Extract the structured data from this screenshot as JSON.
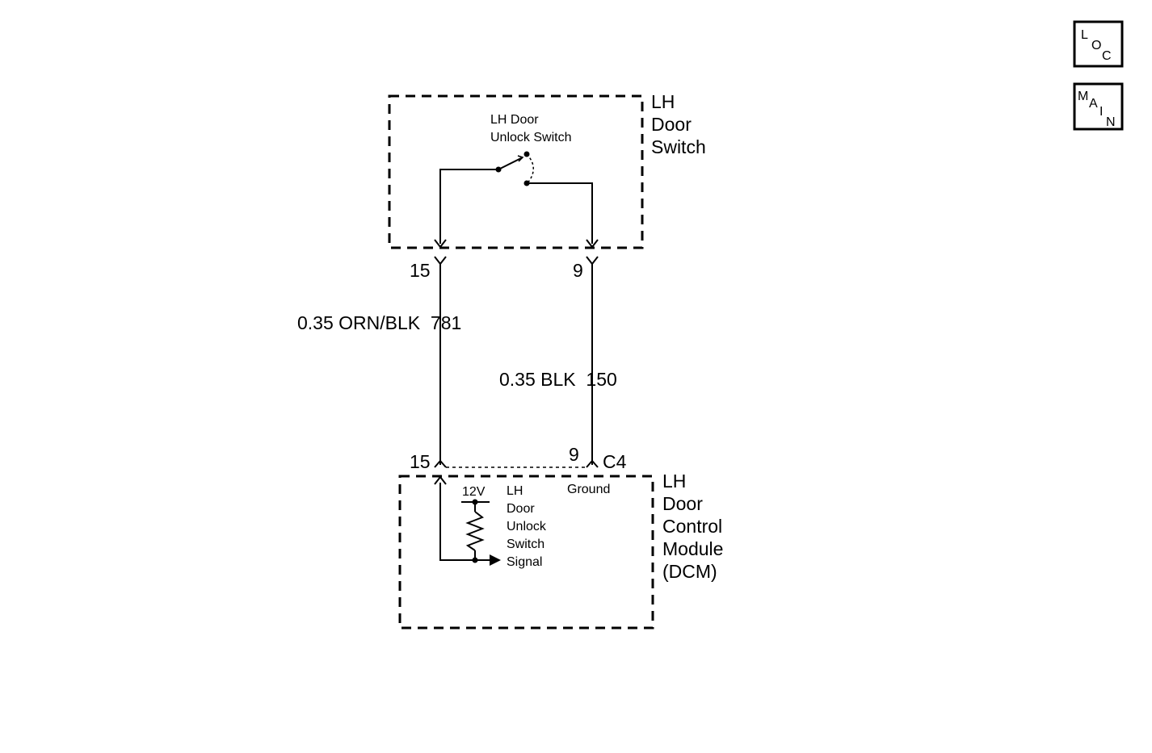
{
  "nav": {
    "loc": [
      "L",
      "O",
      "C"
    ],
    "main": [
      "M",
      "A",
      "I",
      "N"
    ]
  },
  "switch_component": {
    "name_lines": [
      "LH",
      "Door",
      "Switch"
    ],
    "internal_label_lines": [
      "LH Door",
      "Unlock Switch"
    ]
  },
  "pins": {
    "switch_left": "15",
    "switch_right": "9",
    "dcm_left": "15",
    "dcm_right": "9",
    "dcm_connector": "C4"
  },
  "wires": {
    "left": "0.35 ORN/BLK  781",
    "right": "0.35 BLK  150"
  },
  "dcm": {
    "name_lines": [
      "LH",
      "Door",
      "Control",
      "Module",
      "(DCM)"
    ],
    "voltage": "12V",
    "signal_lines": [
      "LH",
      "Door",
      "Unlock",
      "Switch",
      "Signal"
    ],
    "ground_label": "Ground"
  },
  "colors": {
    "line": "#000000",
    "background": "#ffffff"
  }
}
